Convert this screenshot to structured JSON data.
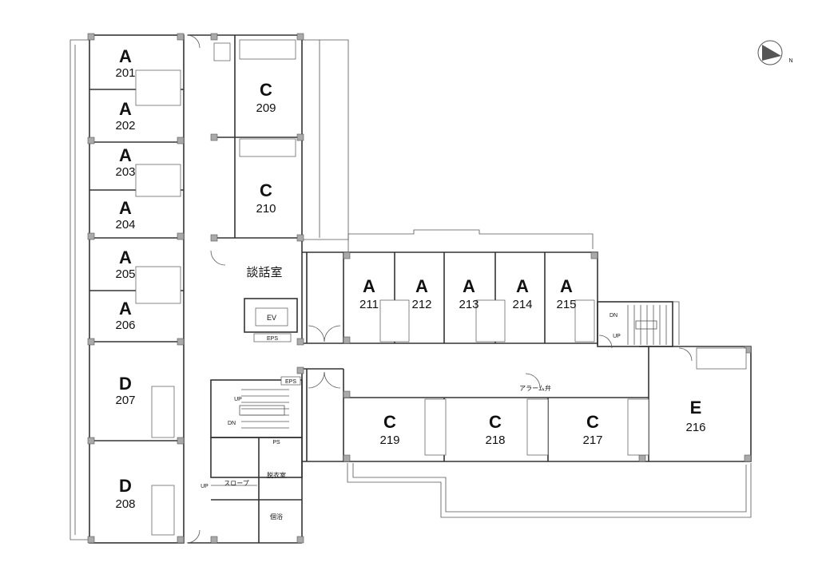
{
  "rooms": [
    {
      "type": "A",
      "number": "201"
    },
    {
      "type": "A",
      "number": "202"
    },
    {
      "type": "A",
      "number": "203"
    },
    {
      "type": "A",
      "number": "204"
    },
    {
      "type": "A",
      "number": "205"
    },
    {
      "type": "A",
      "number": "206"
    },
    {
      "type": "D",
      "number": "207"
    },
    {
      "type": "D",
      "number": "208"
    },
    {
      "type": "C",
      "number": "209"
    },
    {
      "type": "C",
      "number": "210"
    },
    {
      "type": "A",
      "number": "211"
    },
    {
      "type": "A",
      "number": "212"
    },
    {
      "type": "A",
      "number": "213"
    },
    {
      "type": "A",
      "number": "214"
    },
    {
      "type": "A",
      "number": "215"
    },
    {
      "type": "E",
      "number": "216"
    },
    {
      "type": "C",
      "number": "217"
    },
    {
      "type": "C",
      "number": "218"
    },
    {
      "type": "C",
      "number": "219"
    }
  ],
  "spaces": {
    "lounge": "談話室",
    "elevator": "EV",
    "eps": "EPS",
    "changing_room": "脱衣室",
    "private_bath": "個浴",
    "slope": "スロープ",
    "alarm_valve": "アラーム弁",
    "pipe_space": "PS"
  },
  "stairs": {
    "up": "UP",
    "down": "DN"
  },
  "north_mark": "N"
}
